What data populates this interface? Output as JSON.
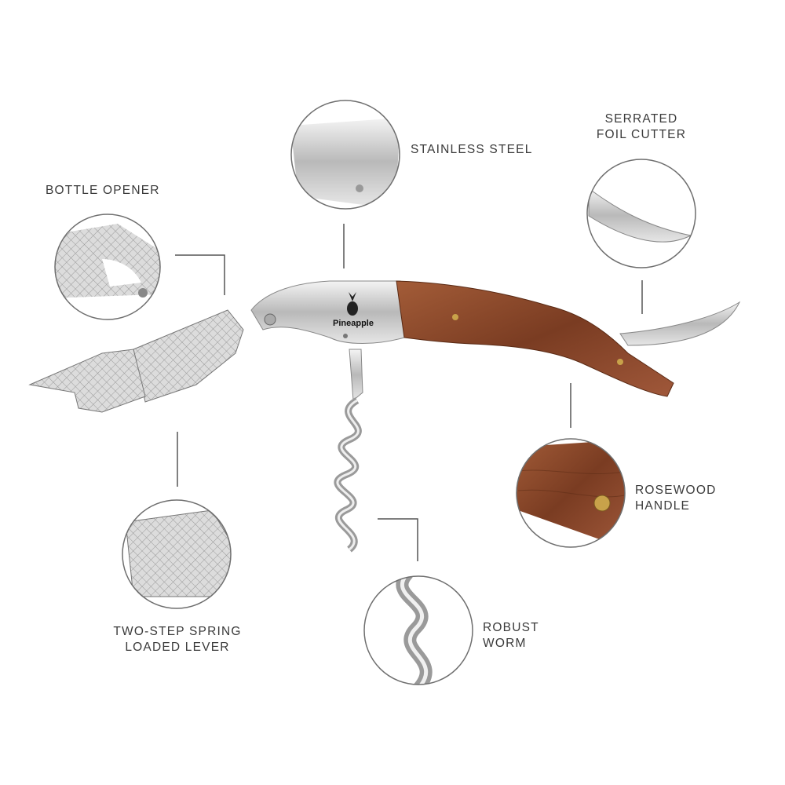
{
  "brand": {
    "logo_text": "Pineapple"
  },
  "callouts": {
    "stainless_steel": {
      "lines": [
        "STAINLESS STEEL"
      ]
    },
    "bottle_opener": {
      "lines": [
        "BOTTLE OPENER"
      ]
    },
    "foil_cutter": {
      "lines": [
        "SERRATED",
        "FOIL CUTTER"
      ]
    },
    "rosewood_handle": {
      "lines": [
        "ROSEWOOD",
        "HANDLE"
      ]
    },
    "robust_worm": {
      "lines": [
        "ROBUST",
        "WORM"
      ]
    },
    "spring_lever": {
      "lines": [
        "TWO-STEP SPRING",
        "LOADED LEVER"
      ]
    }
  },
  "colors": {
    "steel": "#c9c9c9",
    "wood": "#8a4a2c",
    "ring": "#6e6e6e",
    "text": "#3a3a3a"
  }
}
